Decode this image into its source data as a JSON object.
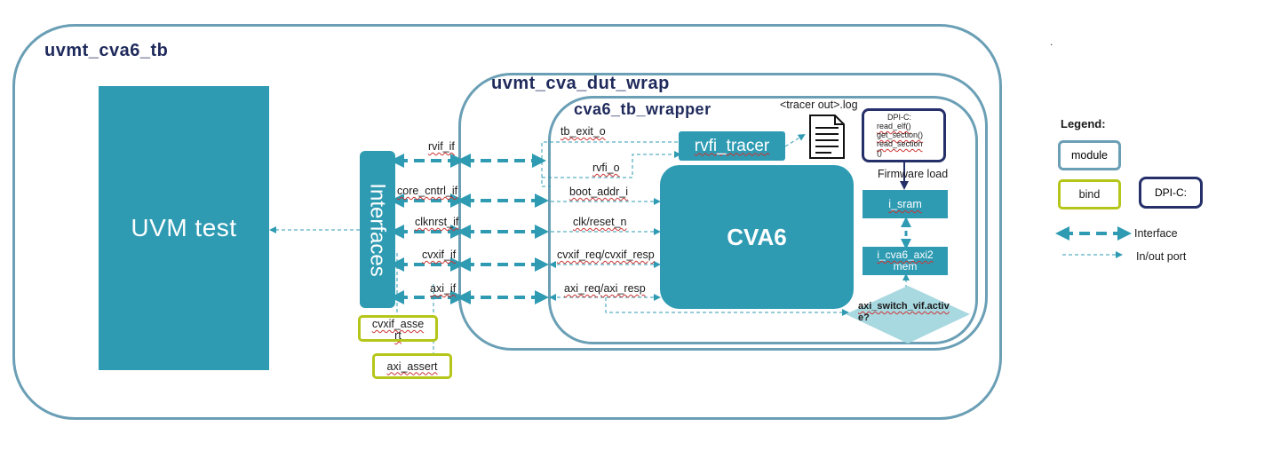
{
  "tb": {
    "title": "uvmt_cva6_tb"
  },
  "uvm_test": {
    "label": "UVM test"
  },
  "interfaces": {
    "label": "Interfaces"
  },
  "dut_wrap": {
    "title": "uvmt_cva_dut_wrap"
  },
  "tb_wrapper": {
    "title": "cva6_tb_wrapper"
  },
  "cva6": {
    "label": "CVA6"
  },
  "rvfi_tracer": {
    "label": "rvfi_tracer"
  },
  "tracer_log": {
    "label": "<tracer out>.log"
  },
  "dpi_block": {
    "title": "DPI-C:",
    "lines": [
      "read_elf()",
      "get_section()",
      "read_section",
      "()"
    ]
  },
  "firmware_load": {
    "label": "Firmware load"
  },
  "i_sram": {
    "label": "i_sram"
  },
  "i_cva6_axi2mem": {
    "line1": "i_cva6_axi2",
    "line2": "mem"
  },
  "axi_switch": {
    "line1": "axi_switch_vif.activ",
    "line2": "e?"
  },
  "left_signals": {
    "rvif_if": "rvif_if",
    "core_cntrl_if": "core_cntrl_if",
    "clknrst_if": "clknrst_if",
    "cvxif_if": "cvxif_if",
    "axi_if": "axi_if"
  },
  "inner_signals": {
    "tb_exit_o": "tb_exit_o",
    "rvfi_o": "rvfi_o",
    "boot_addr_i": "boot_addr_i",
    "clk_reset_n": "clk/reset_n",
    "cvxif": "cvxif_req/cvxif_resp",
    "axi": "axi_req/axi_resp"
  },
  "binds": {
    "cvxif_assert_l1": "cvxif_asse",
    "cvxif_assert_l2": "rt",
    "axi_assert": "axi_assert"
  },
  "legend": {
    "title": "Legend:",
    "module": "module",
    "bind": "bind",
    "dpi": "DPI-C:",
    "interface": "Interface",
    "inout": "In/out port"
  },
  "stray_mark": "."
}
